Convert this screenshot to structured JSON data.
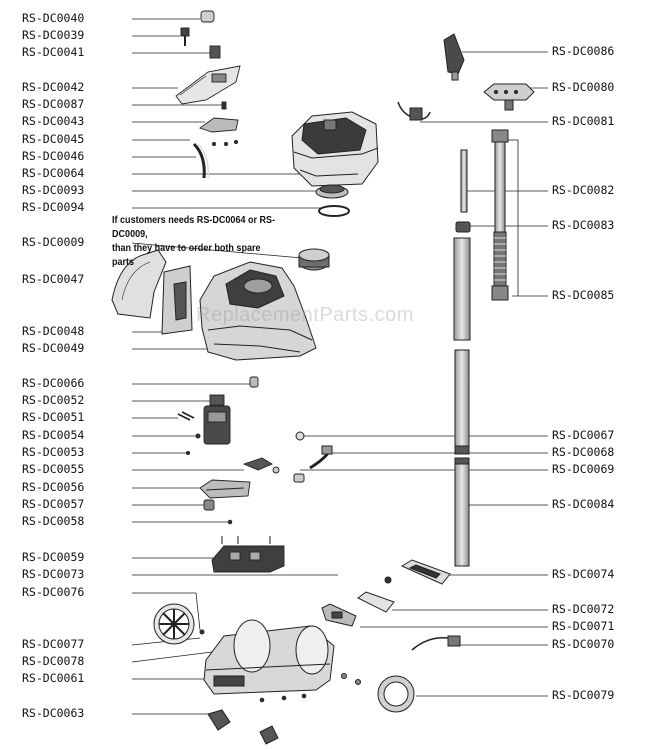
{
  "labels_left": [
    "RS-DC0040",
    "RS-DC0039",
    "RS-DC0041",
    "RS-DC0042",
    "RS-DC0087",
    "RS-DC0043",
    "RS-DC0045",
    "RS-DC0046",
    "RS-DC0064",
    "RS-DC0093",
    "RS-DC0094",
    "RS-DC0009",
    "RS-DC0047",
    "RS-DC0048",
    "RS-DC0049",
    "RS-DC0066",
    "RS-DC0052",
    "RS-DC0051",
    "RS-DC0054",
    "RS-DC0053",
    "RS-DC0055",
    "RS-DC0056",
    "RS-DC0057",
    "RS-DC0058",
    "RS-DC0059",
    "RS-DC0073",
    "RS-DC0076",
    "RS-DC0077",
    "RS-DC0078",
    "RS-DC0061",
    "RS-DC0063"
  ],
  "labels_right": [
    "RS-DC0086",
    "RS-DC0080",
    "RS-DC0081",
    "RS-DC0082",
    "RS-DC0083",
    "RS-DC0085",
    "RS-DC0067",
    "RS-DC0068",
    "RS-DC0069",
    "RS-DC0084",
    "RS-DC0074",
    "RS-DC0072",
    "RS-DC0071",
    "RS-DC0070",
    "RS-DC0079"
  ],
  "note": {
    "line1": "If customers needs RS-DC0064 or RS-DC0009,",
    "line2": "than they have to order both spare parts"
  },
  "watermark": "ReplacementParts.com",
  "colors": {
    "ink": "#111111",
    "line": "#222222",
    "part": "#dcdcdc",
    "dark": "#3a3a3a"
  }
}
